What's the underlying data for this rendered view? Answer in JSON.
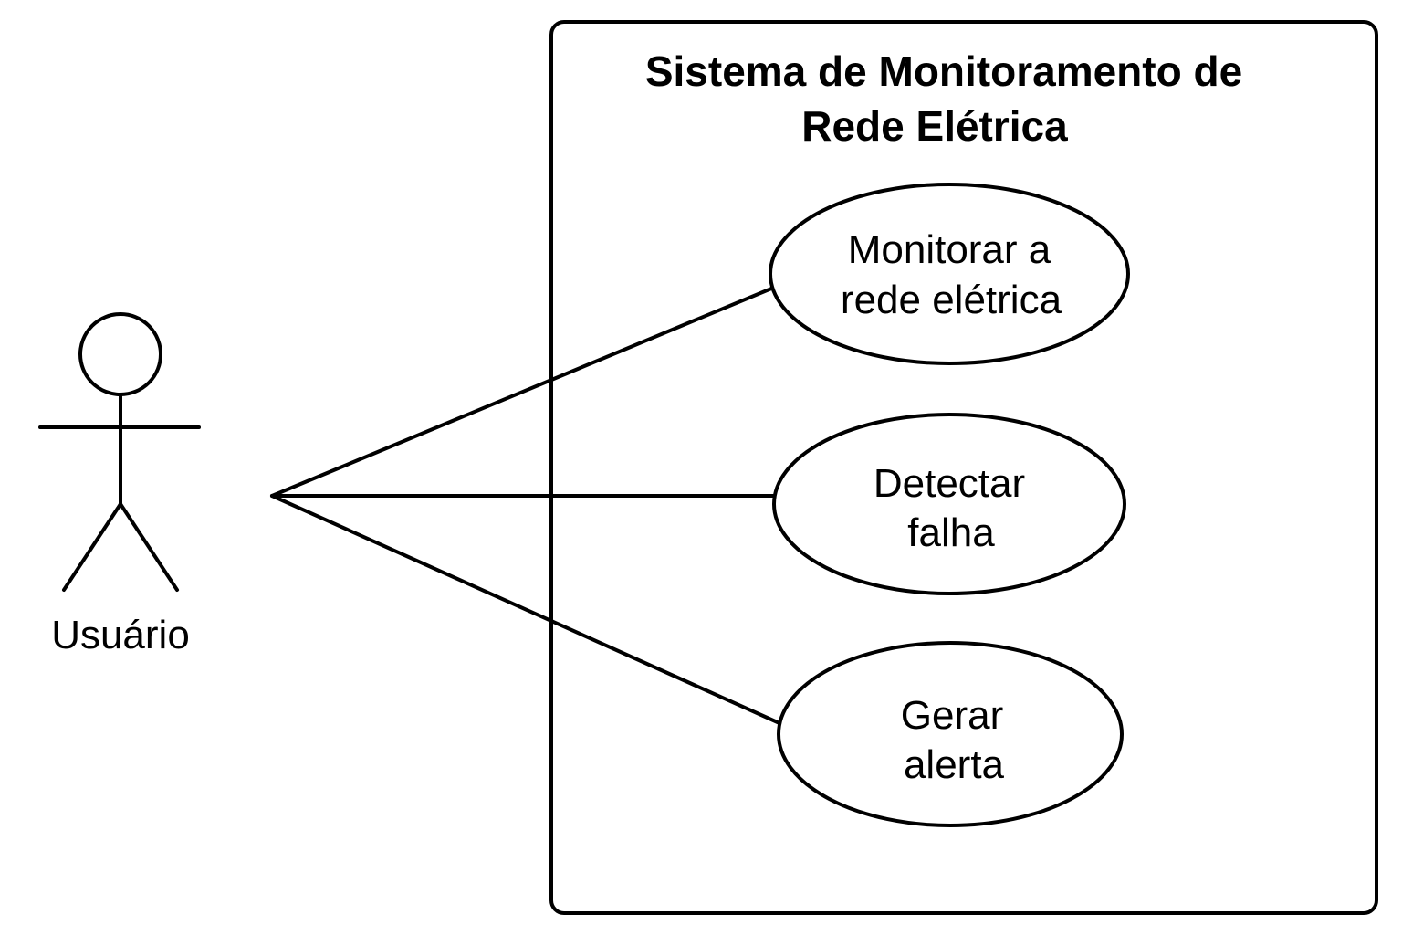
{
  "system": {
    "title_lines": [
      "Sistema de Monitoramento de",
      "Rede Elétrica"
    ]
  },
  "actor": {
    "label": "Usuário"
  },
  "use_cases": [
    {
      "lines": [
        "Monitorar a",
        "rede elétrica"
      ]
    },
    {
      "lines": [
        "Detectar",
        "falha"
      ]
    },
    {
      "lines": [
        "Gerar",
        "alerta"
      ]
    }
  ],
  "colors": {
    "stroke": "#000000",
    "background": "#ffffff"
  }
}
